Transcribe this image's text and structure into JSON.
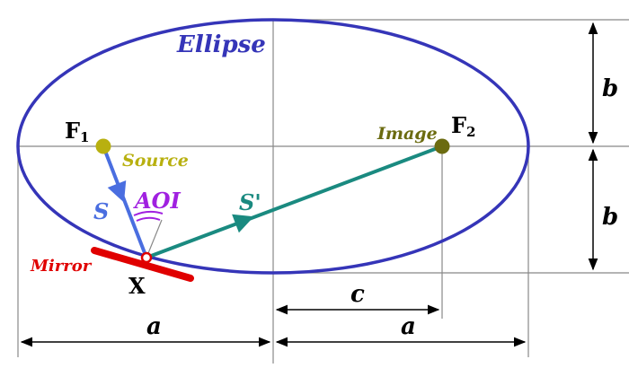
{
  "labels": {
    "ellipse": "Ellipse",
    "f1": "F",
    "f1_sub": "1",
    "f2": "F",
    "f2_sub": "2",
    "source": "Source",
    "image": "Image",
    "s": "S",
    "s_prime": "S'",
    "aoi": "AOI",
    "mirror": "Mirror",
    "x": "X",
    "c": "c",
    "a_left": "a",
    "a_right": "a",
    "b_top": "b",
    "b_bottom": "b"
  },
  "colors": {
    "ellipse": "#3535b8",
    "axis_lines": "#888888",
    "source_point": "#b8b010",
    "image_point": "#6b6b10",
    "source_label": "#b8b010",
    "image_label": "#6b6b10",
    "ray_s": "#4a6ee0",
    "ray_s_prime": "#1a8a80",
    "aoi": "#a020e0",
    "mirror": "#e00000",
    "text": "#000000"
  }
}
